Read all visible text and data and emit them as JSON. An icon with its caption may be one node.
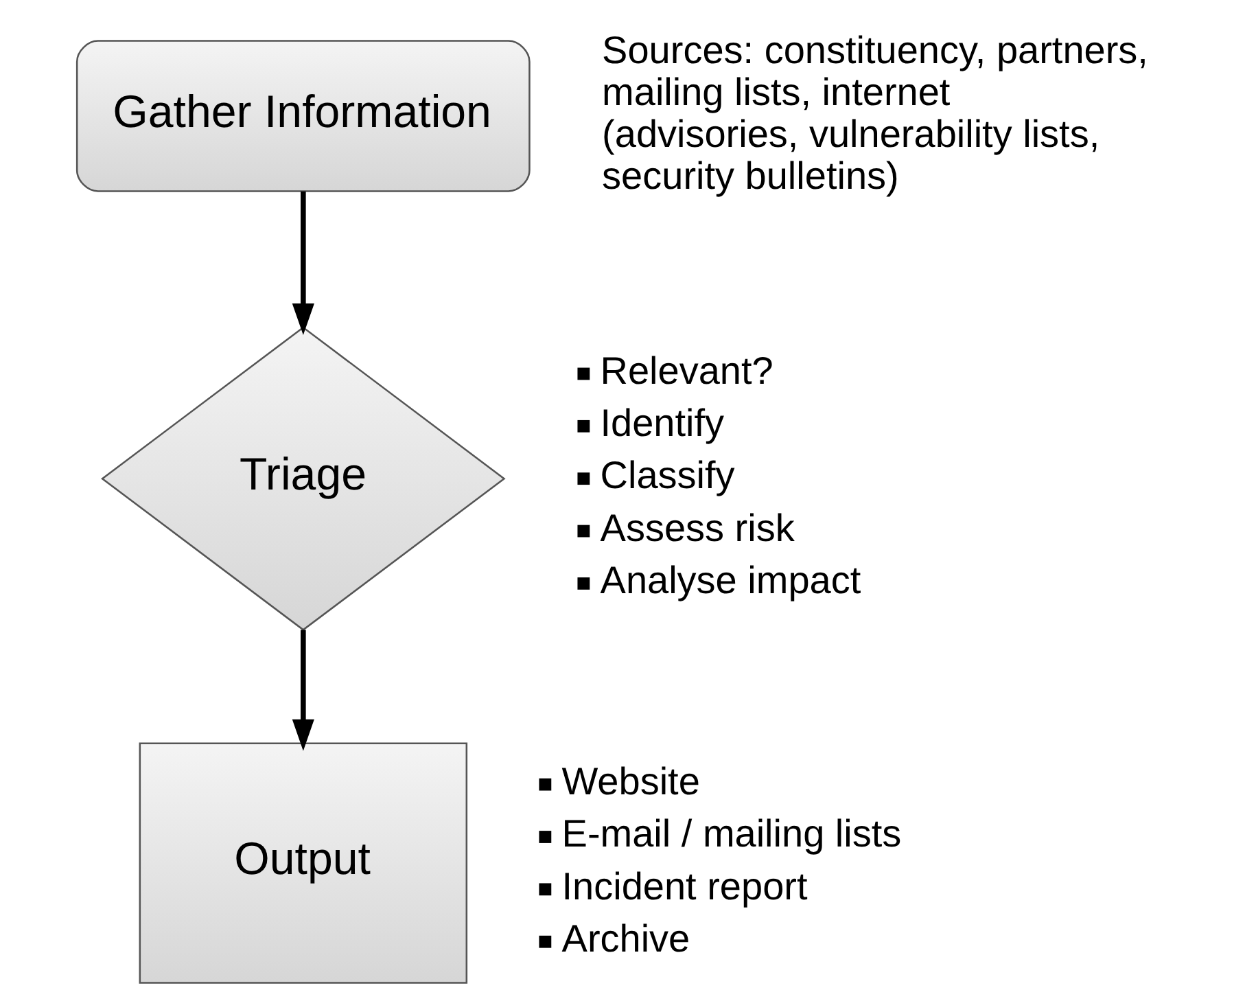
{
  "diagram": {
    "nodes": [
      {
        "text": [
          "Gather Information"
        ],
        "beside": [
          "Sources: constituency, partners, mailing lists, internet (advisories, vulnerability lists, security bulletins)"
        ]
      },
      {
        "text": [
          "Triage"
        ],
        "beside": [
          "Relevant?",
          "Identify",
          "Classify",
          "Assess risk",
          "Analyse impact"
        ]
      },
      {
        "text": [
          "Output"
        ],
        "beside": [
          "Website",
          "E-mail / mailing lists",
          "Incident report",
          "Archive"
        ]
      }
    ],
    "edges": [
      {
        "from": 0,
        "to": 1,
        "arrow": "to"
      },
      {
        "from": 1,
        "to": 2,
        "arrow": "to"
      }
    ]
  }
}
